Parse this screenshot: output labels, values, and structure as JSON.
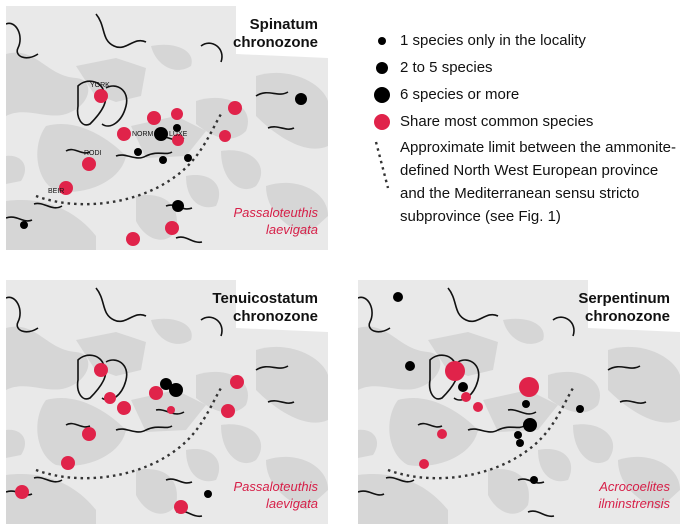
{
  "colors": {
    "land": "#d6d6d6",
    "red_marker": "#e0234a",
    "black_marker": "#000000",
    "boundary": "#333333",
    "species_text": "#d61f48"
  },
  "panels": [
    {
      "id": "spinatum",
      "title_line1": "Spinatum",
      "title_line2": "chronozone",
      "species_line1": "Passaloteuthis",
      "species_line2": "laevigata",
      "localities": [
        "YORK",
        "NORM",
        "LUXE",
        "RODI",
        "BEIR"
      ]
    },
    {
      "id": "tenuicostatum",
      "title_line1": "Tenuicostatum",
      "title_line2": "chronozone",
      "species_line1": "Passaloteuthis",
      "species_line2": "laevigata"
    },
    {
      "id": "serpentinum",
      "title_line1": "Serpentinum",
      "title_line2": "chronozone",
      "species_line1": "Acrocoelites",
      "species_line2": "ilminstrensis"
    }
  ],
  "legend": {
    "small_black": "1 species only in the locality",
    "medium_black": "2 to 5 species",
    "large_black": "6 species or more",
    "red": "Share most common species",
    "boundary": "Approximate limit between the ammonite-defined North West European province and the Mediterranean sensu stricto subprovince (see Fig. 1)"
  }
}
